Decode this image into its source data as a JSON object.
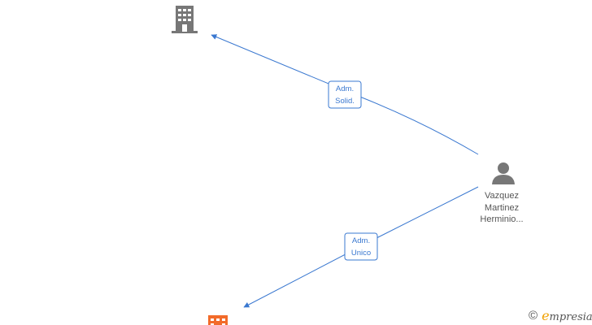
{
  "nodes": {
    "person": {
      "name_lines": [
        "Vazquez",
        "Martinez",
        "Herminio..."
      ],
      "icon": "person-icon",
      "color": "#777777"
    },
    "company_top": {
      "icon": "building-icon",
      "color": "#777777"
    },
    "company_bottom": {
      "icon": "building-icon",
      "color": "#f26b2a"
    }
  },
  "edges": [
    {
      "from": "person",
      "to": "company_top",
      "label_lines": [
        "Adm.",
        "Solid."
      ]
    },
    {
      "from": "person",
      "to": "company_bottom",
      "label_lines": [
        "Adm.",
        "Unico"
      ]
    }
  ],
  "edge_color": "#3a78d0",
  "watermark": {
    "symbol": "©",
    "brand_initial": "e",
    "brand_rest": "mpresia",
    "accent": "#f0a000"
  }
}
